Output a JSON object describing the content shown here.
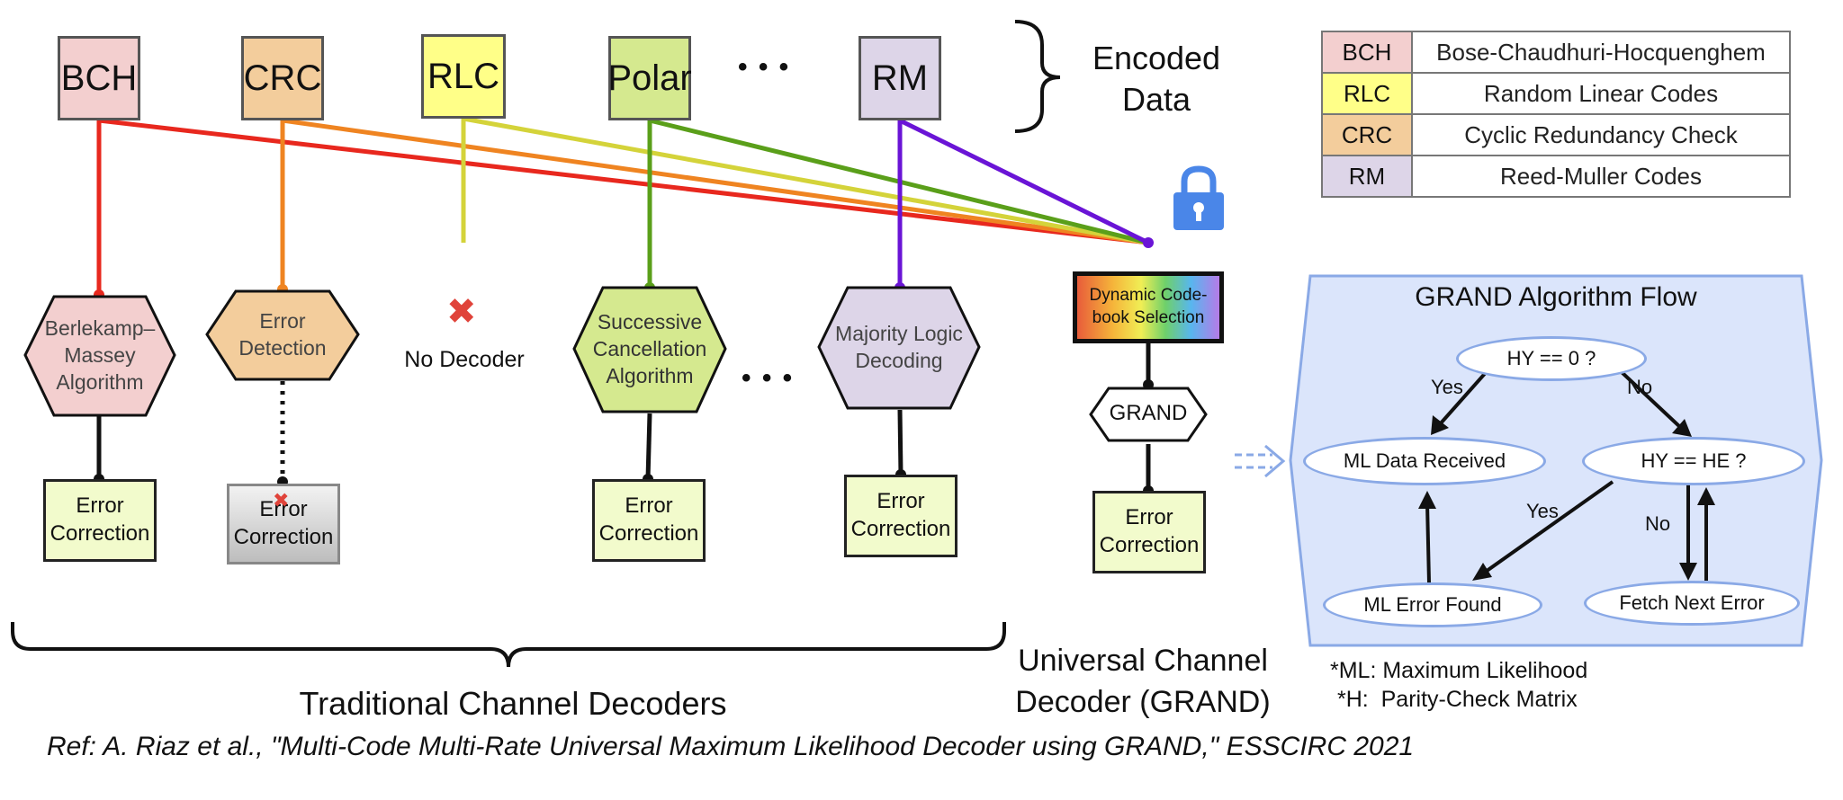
{
  "codes": [
    {
      "label": "BCH",
      "fill": "#f3cfcf",
      "line": "#e8281e"
    },
    {
      "label": "CRC",
      "fill": "#f3cd9c",
      "line": "#ef8421"
    },
    {
      "label": "RLC",
      "fill": "#ffff88",
      "line": "#d4d33a"
    },
    {
      "label": "Polar",
      "fill": "#d5e98f",
      "line": "#5a9f1a"
    },
    {
      "label": "RM",
      "fill": "#ddd5e8",
      "line": "#6a14d6"
    }
  ],
  "ellipsis": "• • •",
  "encoded_data_label": [
    "Encoded",
    "Data"
  ],
  "legend": [
    {
      "abbr": "BCH",
      "full": "Bose-Chaudhuri-Hocquenghem",
      "color": "#f3cfcf"
    },
    {
      "abbr": "RLC",
      "full": "Random Linear Codes",
      "color": "#ffff88"
    },
    {
      "abbr": "CRC",
      "full": "Cyclic Redundancy Check",
      "color": "#f3cd9c"
    },
    {
      "abbr": "RM",
      "full": "Reed-Muller Codes",
      "color": "#ddd5e8"
    }
  ],
  "decoders": {
    "bch": {
      "lines": [
        "Berlekamp–",
        "Massey",
        "Algorithm"
      ],
      "fill": "#f3cfcf"
    },
    "crc": {
      "lines": [
        "Error",
        "Detection"
      ],
      "fill": "#f3cd9c"
    },
    "rlc": {
      "label": "No Decoder",
      "mark": "✖"
    },
    "polar": {
      "lines": [
        "Successive",
        "Cancellation",
        "Algorithm"
      ],
      "fill": "#d5e98f"
    },
    "rm": {
      "lines": [
        "Majority Logic",
        "Decoding"
      ],
      "fill": "#ddd5e8"
    }
  },
  "error_correction_lines": [
    "Error",
    "Correction"
  ],
  "crc_x_mark": "✖",
  "grand_panel": {
    "codebook_lines": [
      "Dynamic Code-",
      "book Selection"
    ],
    "grand_label": "GRAND"
  },
  "traditional_label": "Traditional Channel Decoders",
  "universal_label": [
    "Universal Channel",
    "Decoder (GRAND)"
  ],
  "flow": {
    "title": "GRAND Algorithm Flow",
    "nodes": {
      "hy0": "HY == 0 ?",
      "ml_data": "ML Data Received",
      "hyhe": "HY == HE ?",
      "ml_error": "ML Error Found",
      "fetch": "Fetch Next Error"
    },
    "labels": {
      "yes1": "Yes",
      "no1": "No",
      "yes2": "Yes",
      "no2": "No"
    }
  },
  "footnotes": [
    "*ML: Maximum Likelihood",
    "*H:  Parity-Check Matrix"
  ],
  "reference": "Ref: A. Riaz et al., \"Multi-Code Multi-Rate Universal Maximum Likelihood Decoder using GRAND,\" ESSCIRC 2021",
  "colors": {
    "panel_border": "#7a93c8",
    "flow_bg": "#dbe5fb",
    "lock": "#4a86e8"
  },
  "icons": [
    "lock-icon",
    "x-mark-icon",
    "double-arrow-icon"
  ]
}
